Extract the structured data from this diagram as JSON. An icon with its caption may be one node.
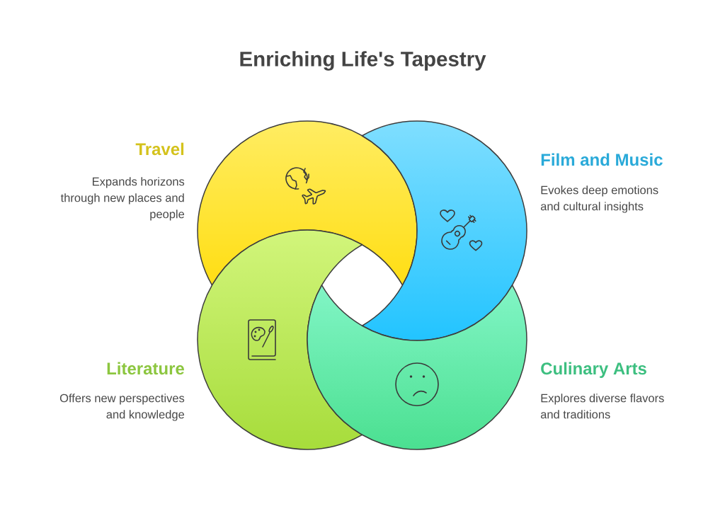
{
  "diagram": {
    "title": "Enriching Life's Tapestry",
    "nodes": [
      {
        "text": [
          "Travel",
          "Expands horizons through new places and people"
        ]
      },
      {
        "text": [
          "Film and Music",
          "Evokes deep emotions and cultural insights"
        ]
      },
      {
        "text": [
          "Literature",
          "Offers new perspectives and knowledge"
        ]
      },
      {
        "text": [
          "Culinary Arts",
          "Explores diverse flavors and traditions"
        ]
      }
    ]
  }
}
